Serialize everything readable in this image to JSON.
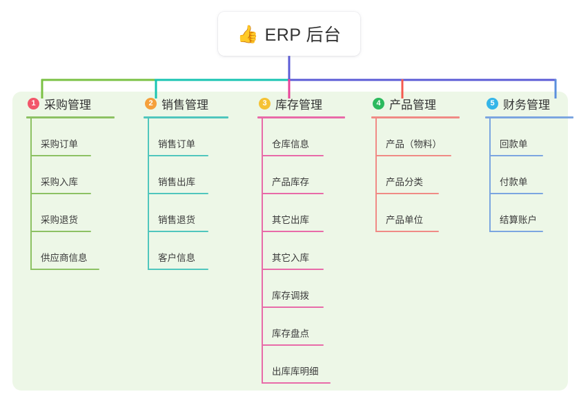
{
  "root": {
    "emoji": "👍",
    "emoji_name": "thumbs-up-icon",
    "title": "ERP 后台"
  },
  "panel": {
    "background": "#edf7e7"
  },
  "colors": {
    "stem": "#5b5bd6",
    "branch1": "#7ac143",
    "branch2": "#17c4b2",
    "branch3": "#e8439a",
    "branch4": "#f4594f",
    "branch5": "#5b8fdd"
  },
  "branches": [
    {
      "number": "1",
      "title": "采购管理",
      "badge_color": "#f2566a",
      "line_color": "#8cc163",
      "rule_color": "#8cc163",
      "width": 170,
      "head_rule_width": 128,
      "items": [
        {
          "label": "采购订单",
          "rule_width": 88
        },
        {
          "label": "采购入库",
          "rule_width": 88
        },
        {
          "label": "采购退货",
          "rule_width": 88
        },
        {
          "label": "供应商信息",
          "rule_width": 100
        }
      ]
    },
    {
      "number": "2",
      "title": "销售管理",
      "badge_color": "#f5a03c",
      "line_color": "#4fc6bd",
      "rule_color": "#4fc6bd",
      "width": 165,
      "head_rule_width": 123,
      "items": [
        {
          "label": "销售订单",
          "rule_width": 88
        },
        {
          "label": "销售出库",
          "rule_width": 88
        },
        {
          "label": "销售退货",
          "rule_width": 88
        },
        {
          "label": "客户信息",
          "rule_width": 88
        }
      ]
    },
    {
      "number": "3",
      "title": "库存管理",
      "badge_color": "#f5c234",
      "line_color": "#e86aa8",
      "rule_color": "#e86aa8",
      "width": 165,
      "head_rule_width": 127,
      "items": [
        {
          "label": "仓库信息",
          "rule_width": 90
        },
        {
          "label": "产品库存",
          "rule_width": 90
        },
        {
          "label": "其它出库",
          "rule_width": 90
        },
        {
          "label": "其它入库",
          "rule_width": 90
        },
        {
          "label": "库存调拨",
          "rule_width": 90
        },
        {
          "label": "库存盘点",
          "rule_width": 90
        },
        {
          "label": "出库库明细",
          "rule_width": 100
        }
      ]
    },
    {
      "number": "4",
      "title": "产品管理",
      "badge_color": "#2cba5e",
      "line_color": "#f08a85",
      "rule_color": "#f08a85",
      "width": 165,
      "head_rule_width": 128,
      "items": [
        {
          "label": "产品（物料）",
          "rule_width": 110
        },
        {
          "label": "产品分类",
          "rule_width": 92
        },
        {
          "label": "产品单位",
          "rule_width": 92
        }
      ]
    },
    {
      "number": "5",
      "title": "财务管理",
      "badge_color": "#35b5e8",
      "line_color": "#7ba5e0",
      "rule_color": "#7ba5e0",
      "width": 140,
      "head_rule_width": 128,
      "items": [
        {
          "label": "回款单",
          "rule_width": 78
        },
        {
          "label": "付款单",
          "rule_width": 78
        },
        {
          "label": "结算账户",
          "rule_width": 78
        }
      ]
    }
  ]
}
